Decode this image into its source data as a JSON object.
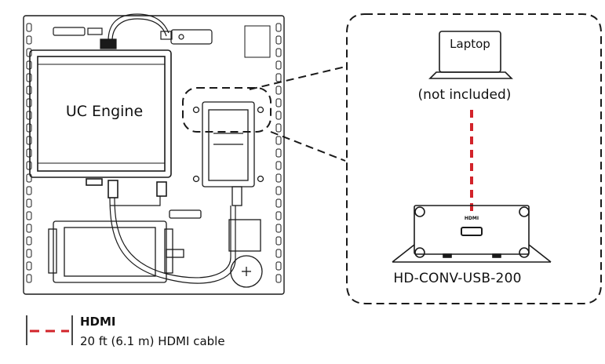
{
  "diagram": {
    "uc_engine_label": "UC Engine",
    "laptop_label": "Laptop",
    "laptop_note": "(not included)",
    "converter_label": "HD-CONV-USB-200",
    "converter_port_label": "HDMI"
  },
  "legend": {
    "title": "HDMI",
    "description": "20 ft (6.1 m) HDMI cable"
  },
  "colors": {
    "hdmi_cable": "#d2232a",
    "line": "#1a1a1a"
  }
}
